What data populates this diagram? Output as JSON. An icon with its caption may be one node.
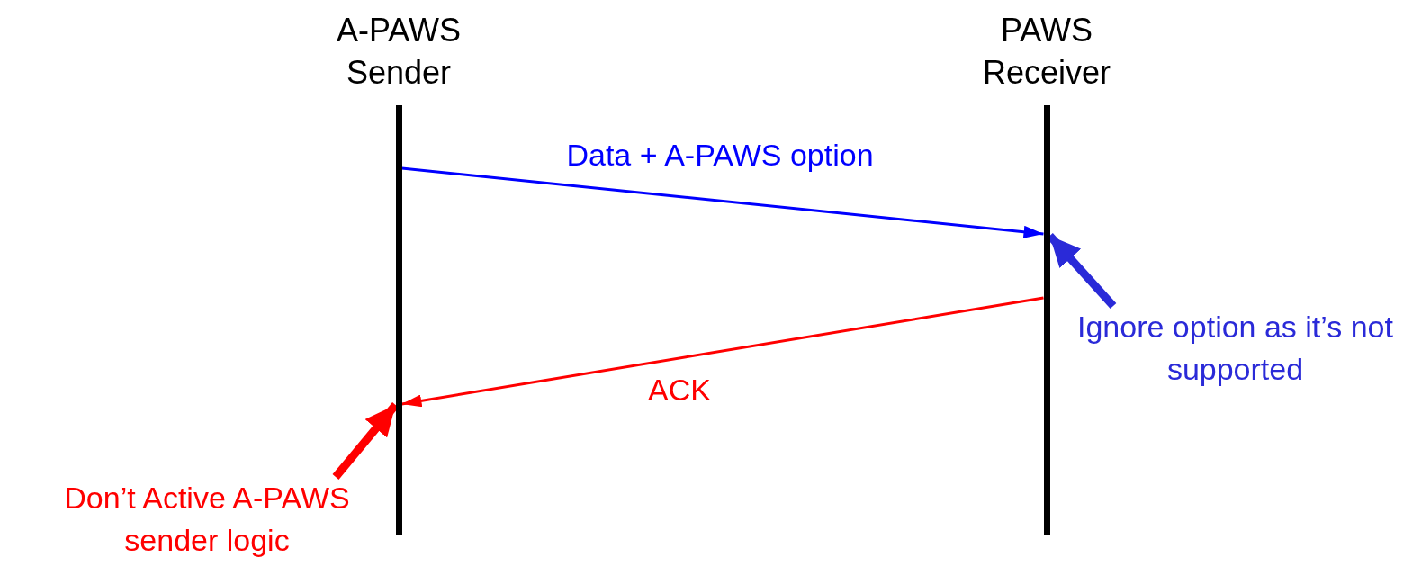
{
  "diagram": {
    "nodes": [
      {
        "text": [
          "A-PAWS Sender"
        ]
      },
      {
        "text": [
          "PAWS Receiver"
        ]
      },
      {
        "text": [
          "Ignore option as it’s not supported"
        ]
      },
      {
        "text": [
          "Don’t Active A-PAWS sender logic"
        ]
      }
    ],
    "edges": [
      {
        "from": 0,
        "to": 1,
        "arrow": "to",
        "label": "Data + A-PAWS option",
        "color": "#0000ff"
      },
      {
        "from": 1,
        "to": 0,
        "arrow": "to",
        "label": "ACK",
        "color": "#ff0000"
      },
      {
        "from": 2,
        "to": 1,
        "arrow": "to",
        "style": "thick",
        "color": "#2a2ad8"
      },
      {
        "from": 3,
        "to": 0,
        "arrow": "to",
        "style": "thick",
        "color": "#ff0000"
      }
    ]
  }
}
